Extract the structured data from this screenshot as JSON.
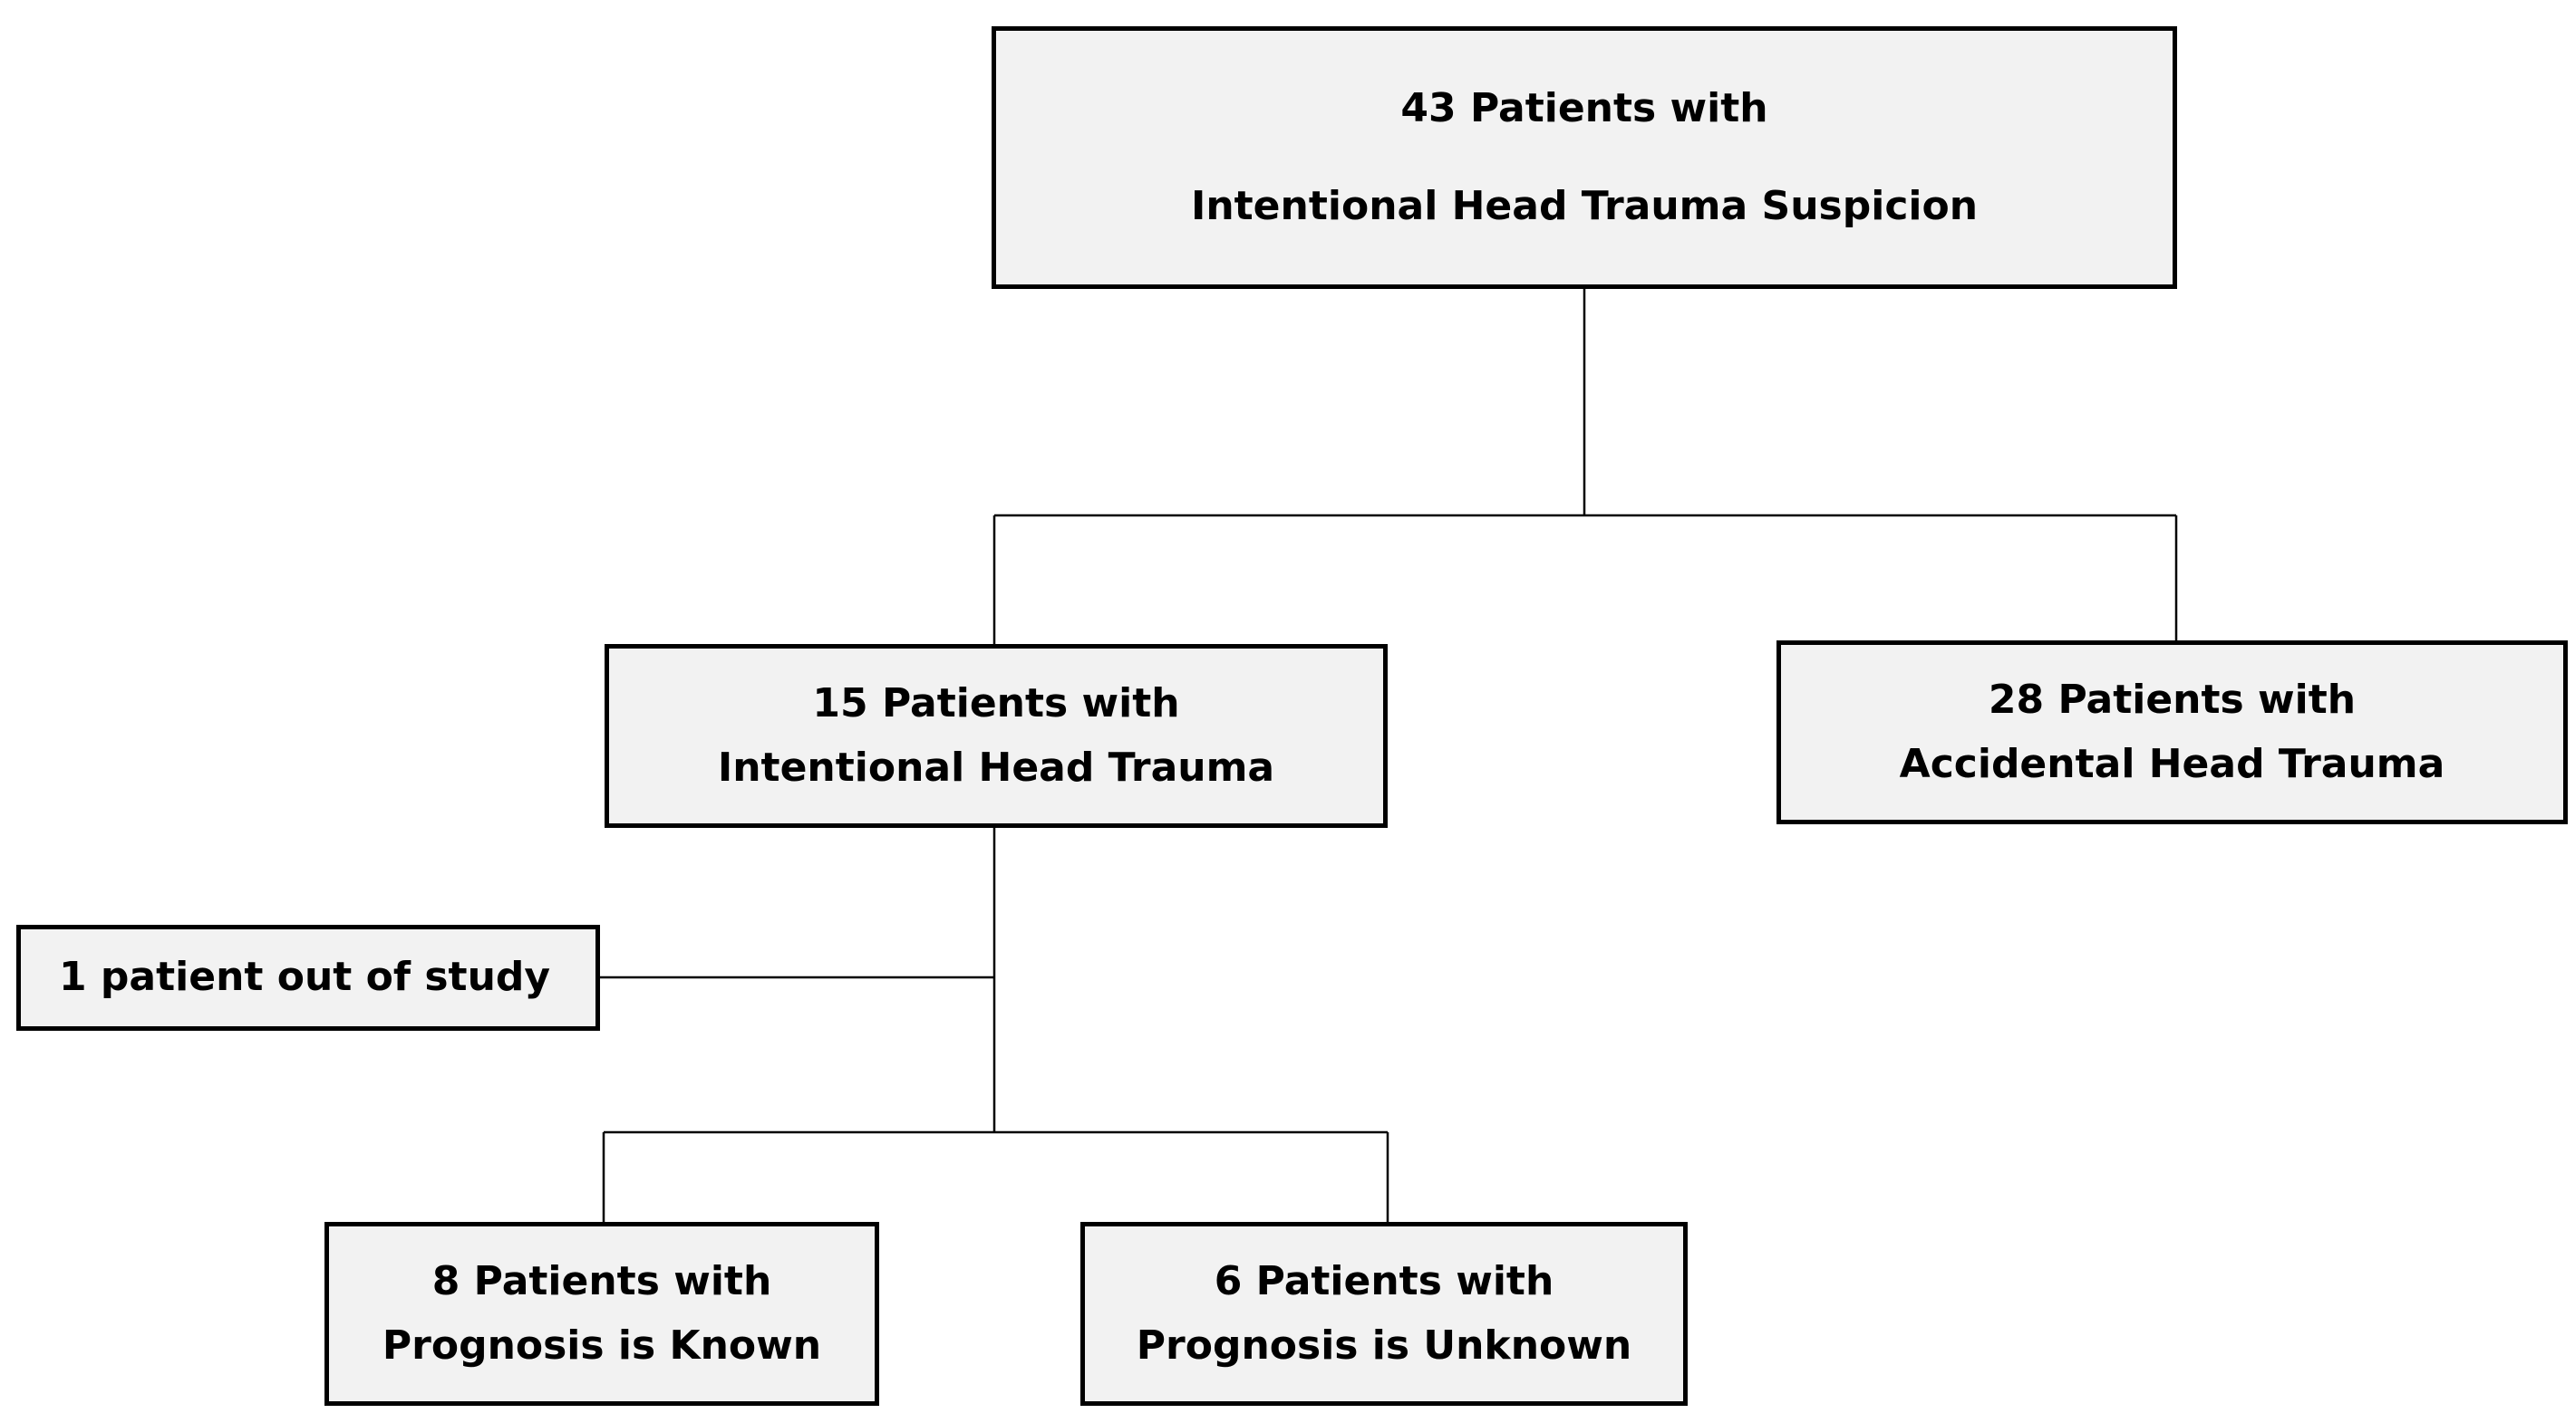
{
  "nodes": {
    "root": {
      "line1": "43 Patients with",
      "line2": "Intentional Head Trauma Suspicion"
    },
    "intentional": {
      "line1": "15 Patients with",
      "line2": "Intentional Head Trauma"
    },
    "accidental": {
      "line1": "28 Patients with",
      "line2": "Accidental Head Trauma"
    },
    "out_of_study": {
      "line1": "1 patient out of study"
    },
    "prognosis_known": {
      "line1": "8 Patients with",
      "line2": "Prognosis is Known"
    },
    "prognosis_unknown": {
      "line1": "6 Patients with",
      "line2": "Prognosis is Unknown"
    }
  },
  "colors": {
    "box_fill": "#f2f2f2",
    "border": "#000000",
    "text": "#000000"
  }
}
